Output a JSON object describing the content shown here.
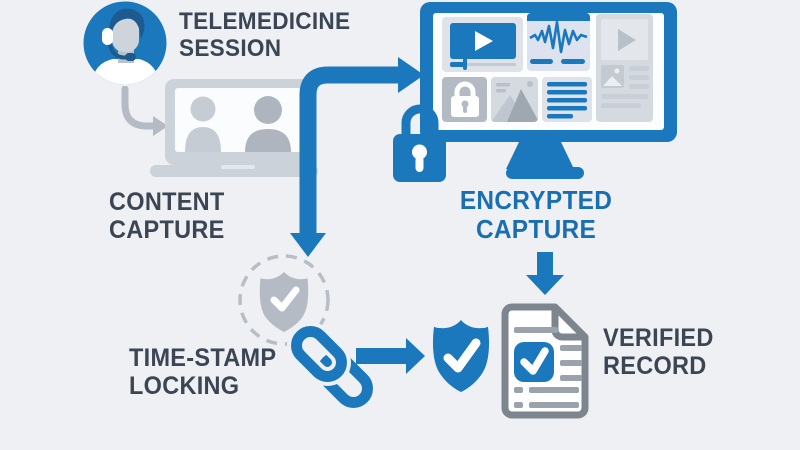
{
  "title": "Telemedicine encrypted capture workflow",
  "palette": {
    "background": "#eef0f3",
    "blue": "#1b78bd",
    "blue_dark": "#1d5a90",
    "blue_text": "#1a6fb3",
    "dark_text": "#3b4553",
    "gray_icon": "#b4bbc4",
    "gray_light": "#ccd2da",
    "tile_light": "#dfe3e9",
    "tile_blue": "#dce3ee",
    "doc_border": "#7d858f",
    "doc_lines": "#9aa2ab"
  },
  "nodes": {
    "telemedicine_session": {
      "line1": "TELEMEDICINE",
      "line2": "SESSION"
    },
    "content_capture": {
      "line1": "CONTENT",
      "line2": "CAPTURE"
    },
    "encrypted_capture": {
      "line1": "ENCRYPTED",
      "line2": "CAPTURE"
    },
    "time_stamp_locking": {
      "line1": "TIME-STAMP",
      "line2": "LOCKING"
    },
    "verified_record": {
      "line1": "VERIFIED",
      "line2": "RECORD"
    }
  },
  "icons": [
    "headset-agent-icon",
    "curved-arrow-icon",
    "laptop-videocall-icon",
    "elbow-arrow-icon",
    "monitor-dashboard-icon",
    "padlock-icon",
    "down-arrow-icon",
    "dashed-shield-icon",
    "chain-link-icon",
    "right-arrow-icon",
    "shield-check-icon",
    "document-check-icon"
  ]
}
